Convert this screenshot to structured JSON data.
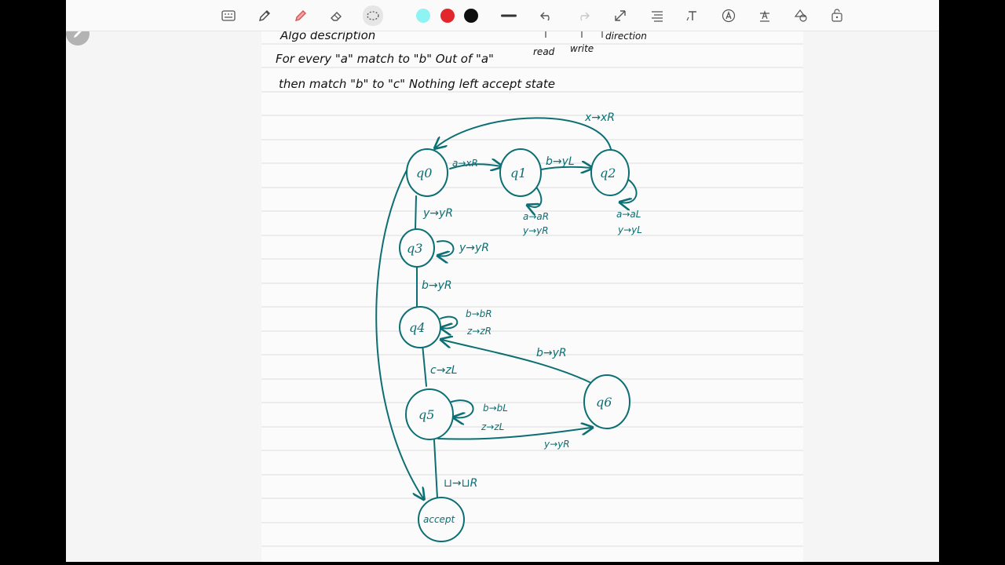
{
  "toolbar": {
    "tools": [
      {
        "name": "keyboard-icon"
      },
      {
        "name": "pen-icon"
      },
      {
        "name": "highlighter-icon"
      },
      {
        "name": "eraser-icon"
      },
      {
        "name": "lasso-icon"
      },
      {
        "name": "shapes-line-icon"
      },
      {
        "name": "undo-icon"
      },
      {
        "name": "redo-icon"
      },
      {
        "name": "pointer-icon"
      },
      {
        "name": "text-align-icon"
      },
      {
        "name": "text-tool-icon"
      },
      {
        "name": "font-icon"
      },
      {
        "name": "text-box-icon"
      },
      {
        "name": "shapes-icon"
      },
      {
        "name": "lock-icon"
      }
    ],
    "colors": [
      "#8ff3f3",
      "#e3262b",
      "#0f0f0f"
    ]
  },
  "notes": {
    "line1": "Algo description",
    "line2": "For every \"a\" match to \"b\" Out of \"a\"",
    "line3": "then match \"b\" to \"c\" Nothing left accept state",
    "annot_read": "read",
    "annot_write": "write",
    "annot_direction": "direction"
  },
  "diagram": {
    "states": {
      "q0": "q0",
      "q1": "q1",
      "q2": "q2",
      "q3": "q3",
      "q4": "q4",
      "q5": "q5",
      "q6": "q6",
      "accept": "accept"
    },
    "transitions": {
      "q2_q0": "x→xR",
      "q0_q1": "a→xR",
      "q1_q2": "b→yL",
      "q1_loop_1": "a→aR",
      "q1_loop_2": "y→yR",
      "q2_loop_1": "a→aL",
      "q2_loop_2": "y→yL",
      "q0_q3": "y→yR",
      "q3_loop": "y→yR",
      "q3_q4": "b→yR",
      "q4_loop_1": "b→bR",
      "q4_loop_2": "z→zR",
      "q6_q4": "b→yR",
      "q4_q5": "c→zL",
      "q5_loop_1": "b→bL",
      "q5_loop_2": "z→zL",
      "q5_q6": "y→yR",
      "q5_accept": "⊔→⊔R"
    }
  }
}
